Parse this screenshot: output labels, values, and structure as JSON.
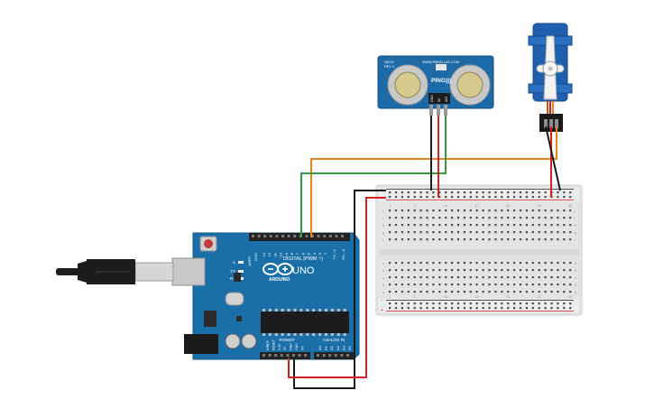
{
  "ping_sensor": {
    "label": "PING)))",
    "brand": "WWW.PARALLAX.COM",
    "part": "28015",
    "rev": "REV C",
    "pins": [
      "GND",
      "5V",
      "SIG"
    ]
  },
  "arduino": {
    "brand": "ARDUINO",
    "model": "UNO",
    "digital_label": "DIGITAL (PWM ~)",
    "power_label": "POWER",
    "analog_label": "ANALOG IN",
    "aref": "AREF",
    "gnd": "GND",
    "led_l": "L",
    "led_tx": "TX",
    "led_rx": "RX",
    "tx_pin": "TX→1",
    "rx_pin": "RX←0",
    "digital_pins": [
      "13",
      "12",
      "~11",
      "~10",
      "~9",
      "8",
      "7",
      "~6",
      "~5",
      "4",
      "~3",
      "2"
    ],
    "power_pins": [
      "IOREF",
      "RESET",
      "3.3V",
      "5V",
      "GND",
      "GND",
      "Vin"
    ],
    "analog_pins": [
      "A0",
      "A1",
      "A2",
      "A3",
      "A4",
      "A5"
    ]
  },
  "breadboard": {
    "row_letters_top": [
      "j",
      "i",
      "h",
      "g",
      "f"
    ],
    "row_letters_bottom": [
      "e",
      "d",
      "c",
      "b",
      "a"
    ],
    "column_numbers": [
      "1",
      "5",
      "10",
      "15",
      "20",
      "25",
      "30"
    ]
  },
  "wire_colors": {
    "ground": "#1a1a1a",
    "power": "#d42020",
    "signal_servo": "#e8821e",
    "signal_ping": "#2f9e3a",
    "sensor_board": "#1c6aa8",
    "arduino_board": "#1b6fa8",
    "servo_body": "#1f5fae"
  },
  "icons": [
    "usb-cable-icon",
    "servo-motor-icon",
    "ultrasonic-sensor-icon",
    "arduino-logo-icon"
  ]
}
